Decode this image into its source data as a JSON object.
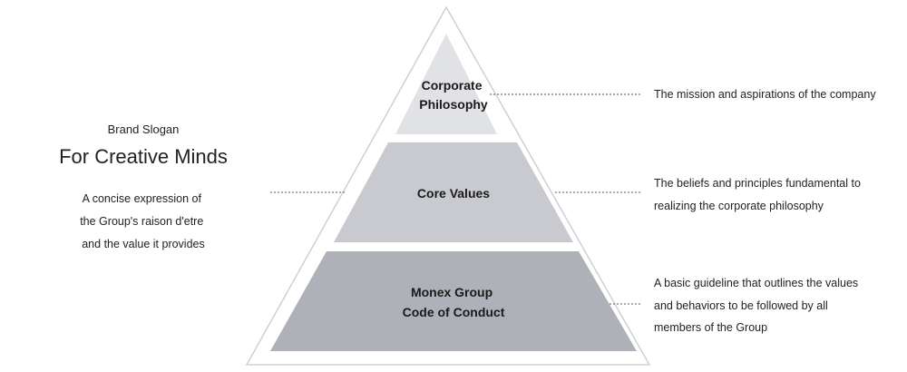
{
  "slogan": {
    "caption": "Brand Slogan",
    "title": "For Creative Minds",
    "description": [
      "A concise expression of",
      "the Group's raison d'etre",
      "and the value it provides"
    ]
  },
  "tiers": [
    {
      "label": [
        "Corporate",
        "Philosophy"
      ],
      "description": [
        "The mission and aspirations of the company"
      ],
      "color": "#e1e2e5"
    },
    {
      "label": [
        "Core Values"
      ],
      "description": [
        "The beliefs and principles fundamental to",
        "realizing the corporate philosophy"
      ],
      "color": "#c8cacf"
    },
    {
      "label": [
        "Monex Group",
        "Code of Conduct"
      ],
      "description": [
        "A basic guideline that outlines the values",
        "and behaviors to be followed by all",
        "members of the Group"
      ],
      "color": "#aeb1b7"
    }
  ],
  "colors": {
    "outline": "#cfd0d3",
    "leader": "#555555"
  }
}
